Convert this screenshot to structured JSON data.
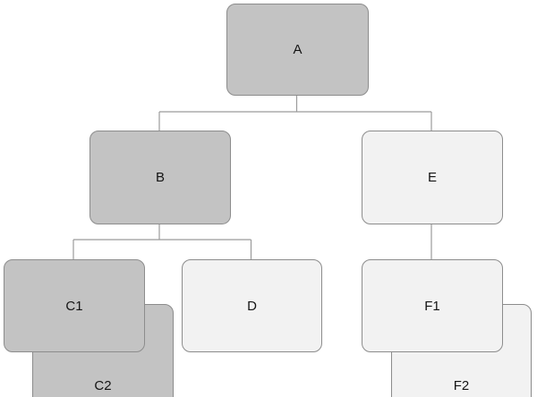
{
  "diagram": {
    "type": "tree",
    "nodes": [
      {
        "id": "A",
        "label": "A",
        "variant": "gray",
        "parent": null,
        "level": 1
      },
      {
        "id": "B",
        "label": "B",
        "variant": "gray",
        "parent": "A",
        "level": 2
      },
      {
        "id": "E",
        "label": "E",
        "variant": "light",
        "parent": "A",
        "level": 2
      },
      {
        "id": "C1",
        "label": "C1",
        "variant": "gray",
        "parent": "B",
        "level": 3
      },
      {
        "id": "C2",
        "label": "C2",
        "variant": "gray",
        "parent": "B",
        "level": 3,
        "stacked_behind": "C1"
      },
      {
        "id": "D",
        "label": "D",
        "variant": "light",
        "parent": "B",
        "level": 3
      },
      {
        "id": "F1",
        "label": "F1",
        "variant": "light",
        "parent": "E",
        "level": 3
      },
      {
        "id": "F2",
        "label": "F2",
        "variant": "light",
        "parent": "E",
        "level": 3,
        "stacked_behind": "F1"
      }
    ],
    "edges": [
      {
        "from": "A",
        "to": "B"
      },
      {
        "from": "A",
        "to": "E"
      },
      {
        "from": "B",
        "to": "C1"
      },
      {
        "from": "B",
        "to": "D"
      },
      {
        "from": "E",
        "to": "F1"
      }
    ],
    "colors": {
      "background": "#ffffff",
      "gray_fill": "#c3c3c3",
      "light_fill": "#f2f2f2",
      "border": "#8c8c8c",
      "line": "#9b9b9b",
      "text": "#141414"
    }
  }
}
